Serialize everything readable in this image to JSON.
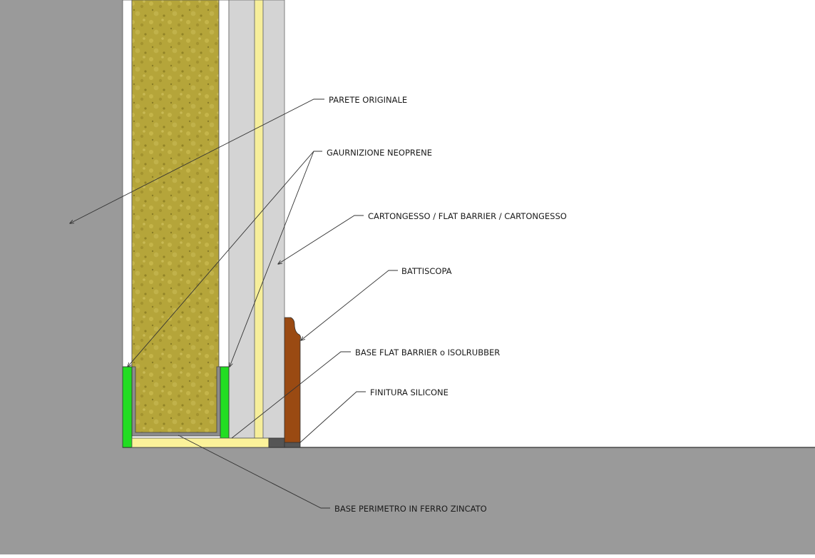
{
  "colors": {
    "background_wall": "#9a9a9a",
    "floor": "#9a9a9a",
    "room": "#ffffff",
    "mineral_wool": "#b5a53a",
    "neoprene_gasket": "#22dd22",
    "plasterboard": "#d4d4d4",
    "flat_barrier": "#f6ee9a",
    "base_flat_barrier": "#fbf29a",
    "skirting": "#9a4a12",
    "silicone": "#555555",
    "leader_line": "#333333"
  },
  "labels": {
    "parete_originale": "PARETE ORIGINALE",
    "guarnizione_neoprene": "GAURNIZIONE NEOPRENE",
    "cartongesso": "CARTONGESSO / FLAT BARRIER / CARTONGESSO",
    "battiscopa": "BATTISCOPA",
    "base_flat_barrier": "BASE FLAT BARRIER o ISOLRUBBER",
    "finitura_silicone": "FINITURA SILICONE",
    "base_perimetro": "BASE PERIMETRO IN FERRO ZINCATO"
  }
}
